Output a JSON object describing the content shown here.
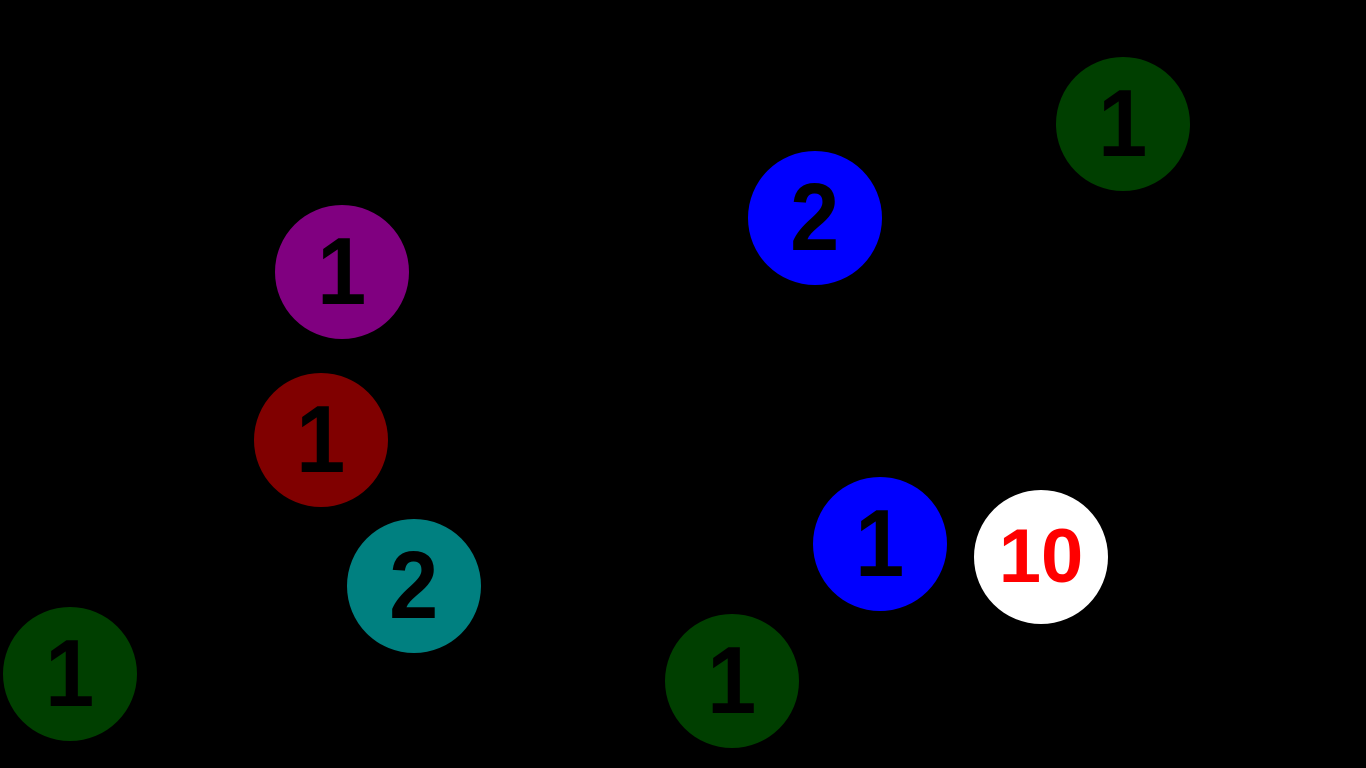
{
  "board": {
    "background": "#000000",
    "targets": [
      {
        "label": "1",
        "fill": "#003f00",
        "text_color": "#000000"
      },
      {
        "label": "2",
        "fill": "#0000ff",
        "text_color": "#000000"
      },
      {
        "label": "1",
        "fill": "#800080",
        "text_color": "#000000"
      },
      {
        "label": "1",
        "fill": "#800000",
        "text_color": "#000000"
      },
      {
        "label": "1",
        "fill": "#0000ff",
        "text_color": "#000000"
      },
      {
        "label": "10",
        "fill": "#ffffff",
        "text_color": "#ff0000"
      },
      {
        "label": "2",
        "fill": "#008080",
        "text_color": "#000000"
      },
      {
        "label": "1",
        "fill": "#003f00",
        "text_color": "#000000"
      },
      {
        "label": "1",
        "fill": "#003f00",
        "text_color": "#000000"
      }
    ]
  }
}
